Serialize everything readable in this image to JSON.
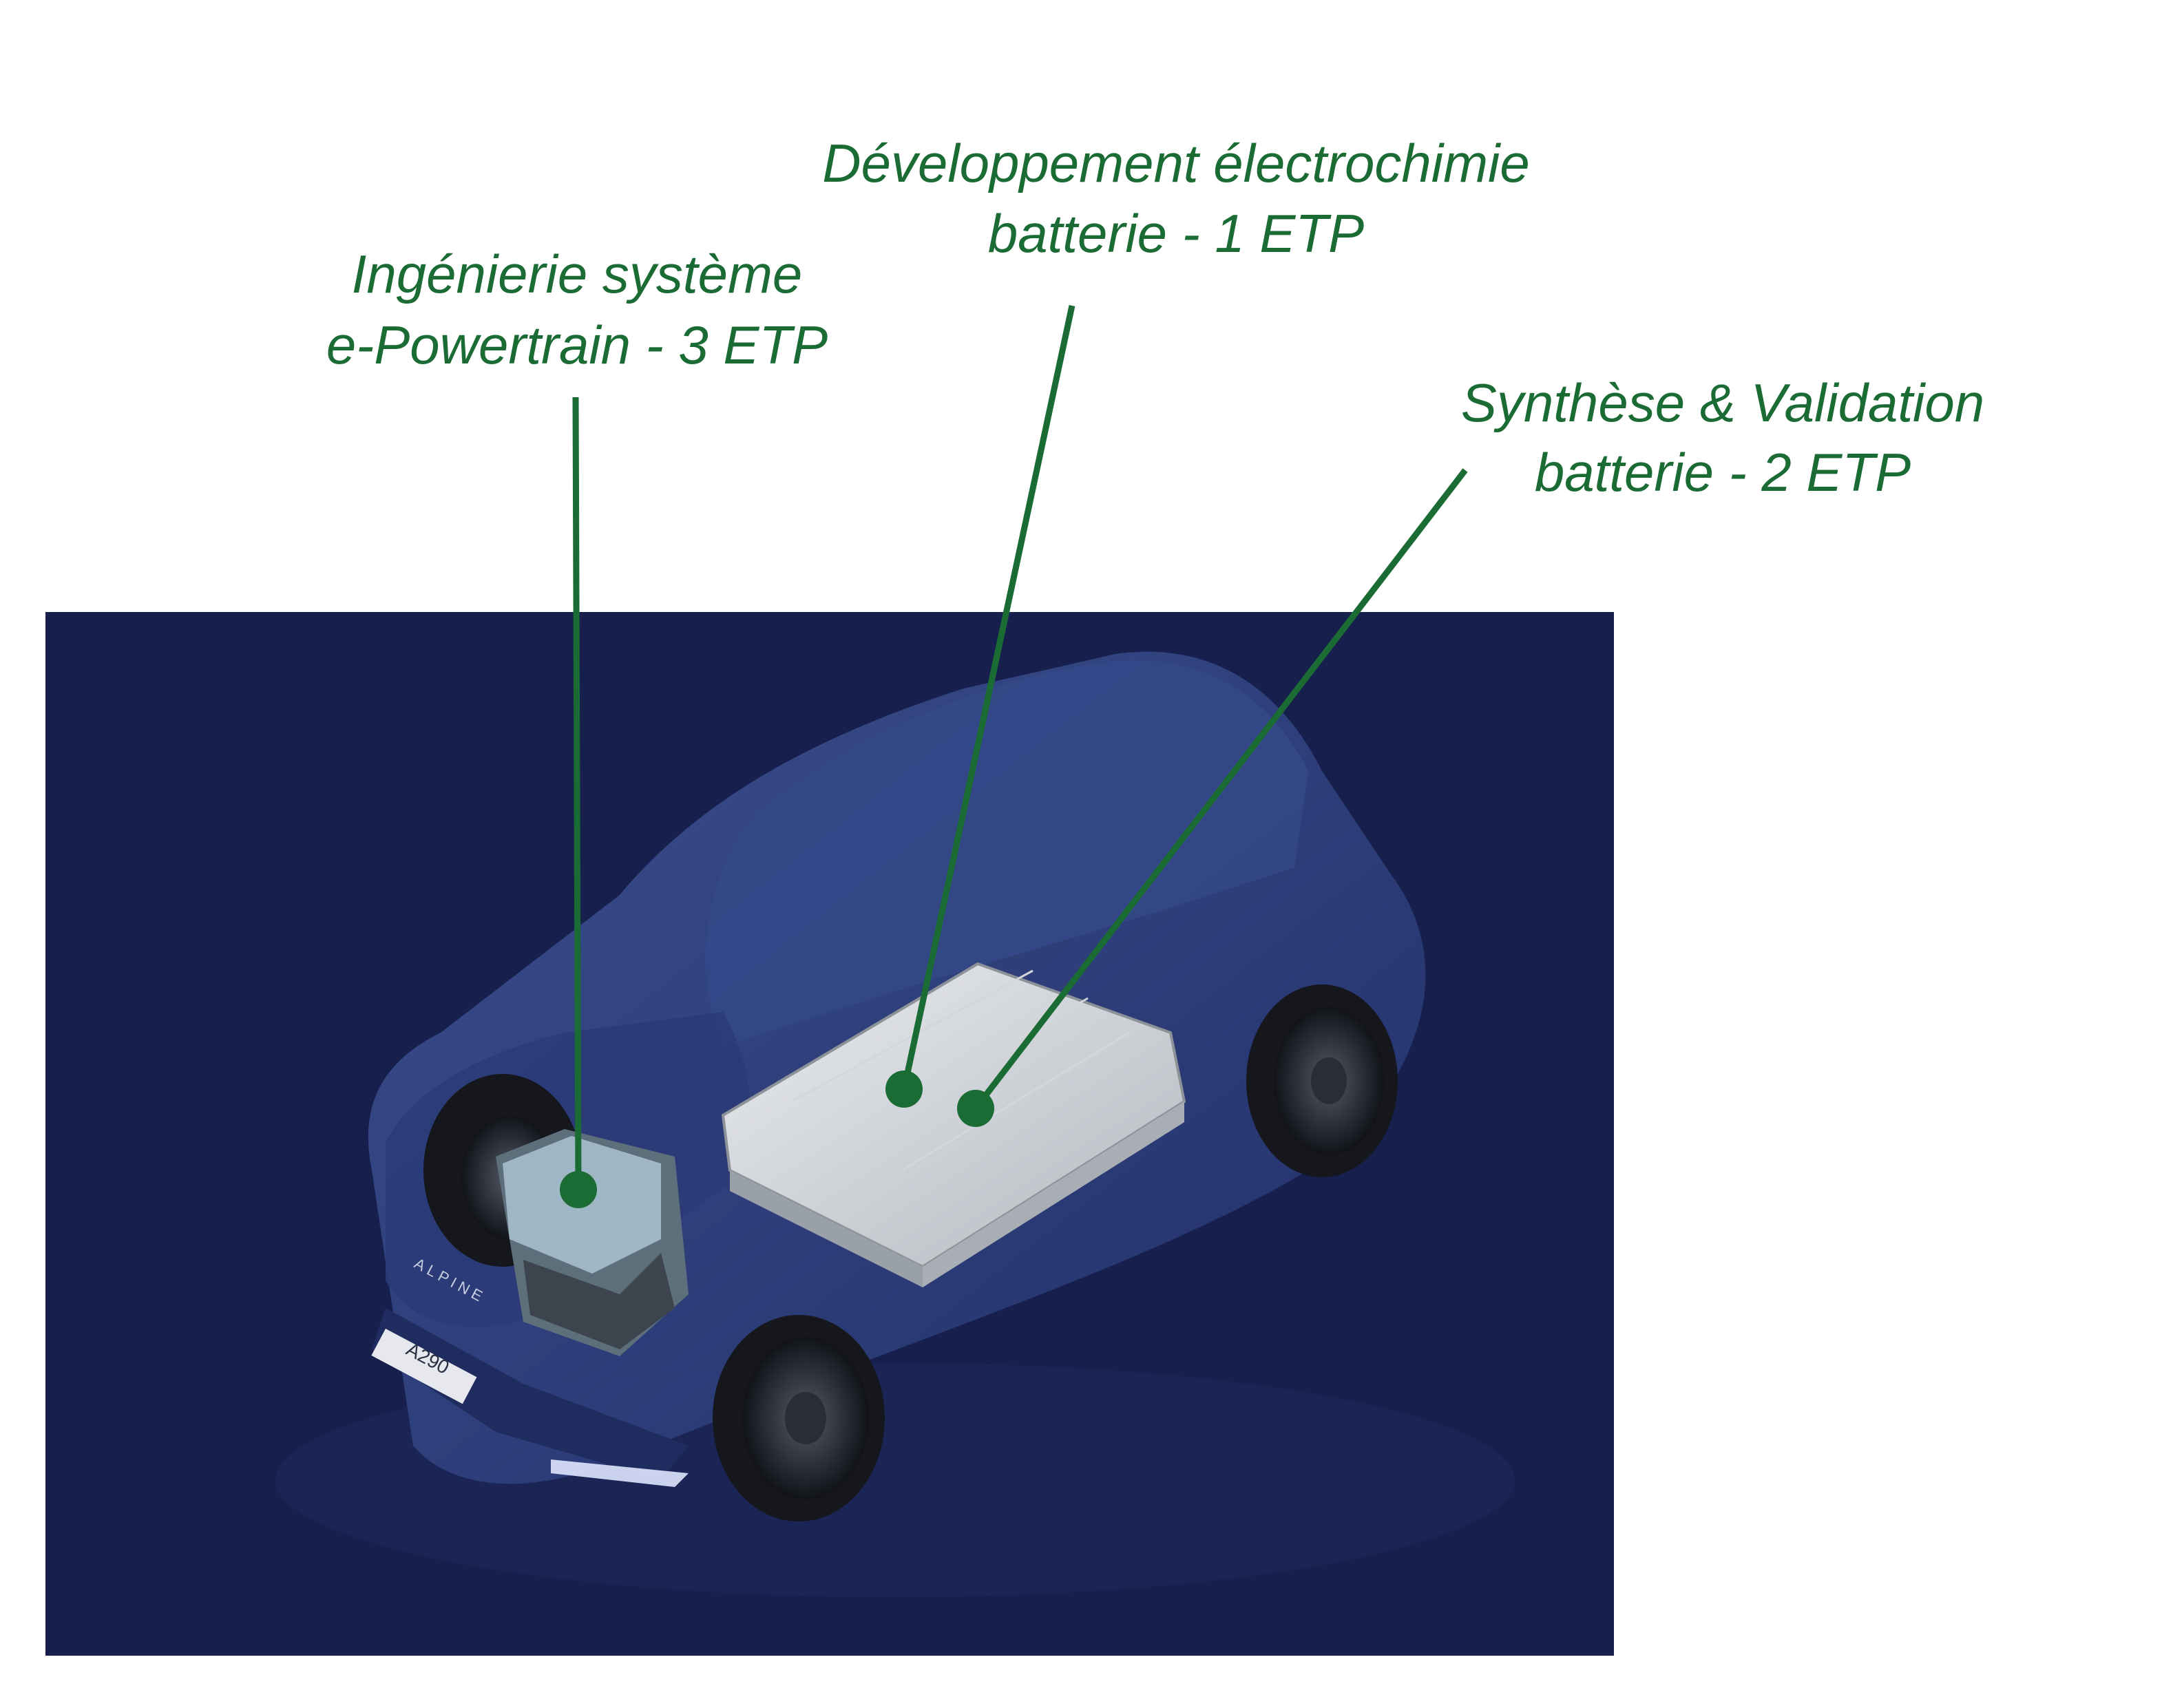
{
  "colors": {
    "background": "#ffffff",
    "scene_background": "#17204d",
    "callout": "#1b6b34",
    "car_body": "#2c3d78",
    "battery": "#c8ccd2",
    "motor": "#9fb7c4"
  },
  "car": {
    "badge": "ALPINE",
    "plate": "A290"
  },
  "callouts": [
    {
      "id": "ingenierie",
      "line1": "Ingénierie système",
      "line2": "e-Powertrain - 3 ETP"
    },
    {
      "id": "developpement",
      "line1": "Développement électrochimie",
      "line2": "batterie - 1 ETP"
    },
    {
      "id": "synthese",
      "line1": "Synthèse & Validation",
      "line2": "batterie - 2 ETP"
    }
  ]
}
